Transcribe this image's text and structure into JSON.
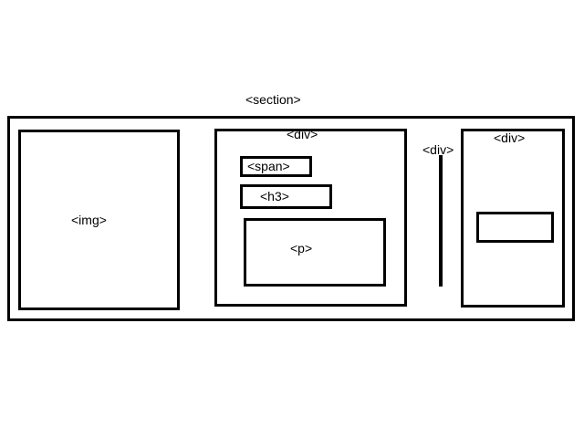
{
  "section": {
    "label": "<section>"
  },
  "img_box": {
    "label": "<img>"
  },
  "div_center": {
    "label": "<div>"
  },
  "span_box": {
    "label": "<span>"
  },
  "h3_box": {
    "label": "<h3>"
  },
  "p_box": {
    "label": "<p>"
  },
  "div_divider": {
    "label": "<div>"
  },
  "div_right": {
    "label": "<div>"
  }
}
